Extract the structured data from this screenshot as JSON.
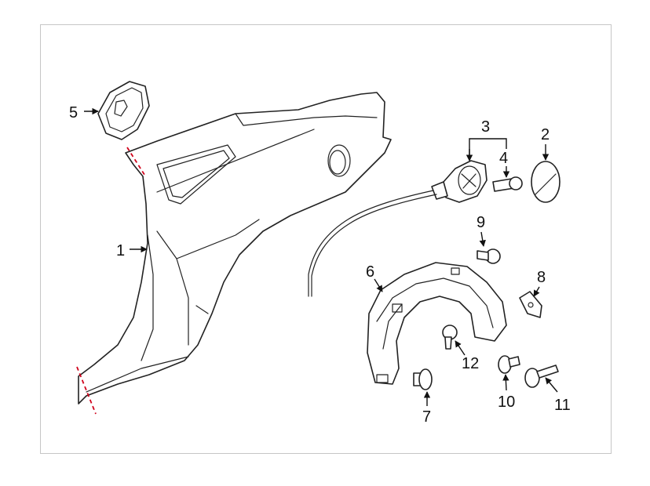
{
  "callouts": [
    {
      "id": "1",
      "text": "1"
    },
    {
      "id": "2",
      "text": "2"
    },
    {
      "id": "3",
      "text": "3"
    },
    {
      "id": "4",
      "text": "4"
    },
    {
      "id": "5",
      "text": "5"
    },
    {
      "id": "6",
      "text": "6"
    },
    {
      "id": "7",
      "text": "7"
    },
    {
      "id": "8",
      "text": "8"
    },
    {
      "id": "9",
      "text": "9"
    },
    {
      "id": "10",
      "text": "10"
    },
    {
      "id": "11",
      "text": "11"
    },
    {
      "id": "12",
      "text": "12"
    }
  ],
  "colors": {
    "line": "#222222",
    "cut_line": "#d0021b",
    "frame_border": "#c6c6c6",
    "background": "#ffffff"
  }
}
